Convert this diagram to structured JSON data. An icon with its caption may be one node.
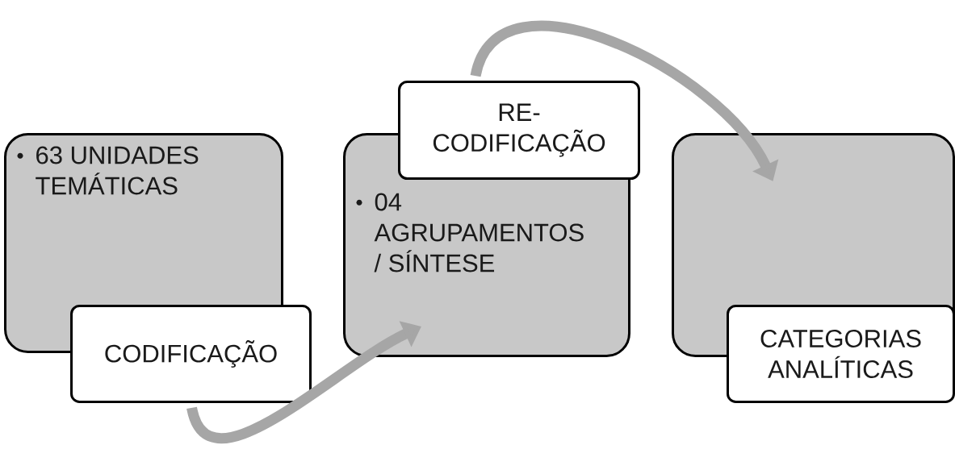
{
  "diagram": {
    "nodes": [
      {
        "text": [
          "63 UNIDADES TEMÁTICAS"
        ]
      },
      {
        "text": [
          "CODIFICAÇÃO"
        ]
      },
      {
        "text": [
          "04 AGRUPAMENTOS / SÍNTESE"
        ]
      },
      {
        "text": [
          "RE-CODIFICAÇÃO"
        ]
      },
      {
        "text": [],
        "shape": "box"
      },
      {
        "text": [
          "CATEGORIAS ANALÍTICAS"
        ]
      }
    ],
    "edges": [
      {
        "from": 1,
        "to": 2,
        "arrow": "to"
      },
      {
        "from": 3,
        "to": 4,
        "arrow": "to"
      }
    ]
  }
}
